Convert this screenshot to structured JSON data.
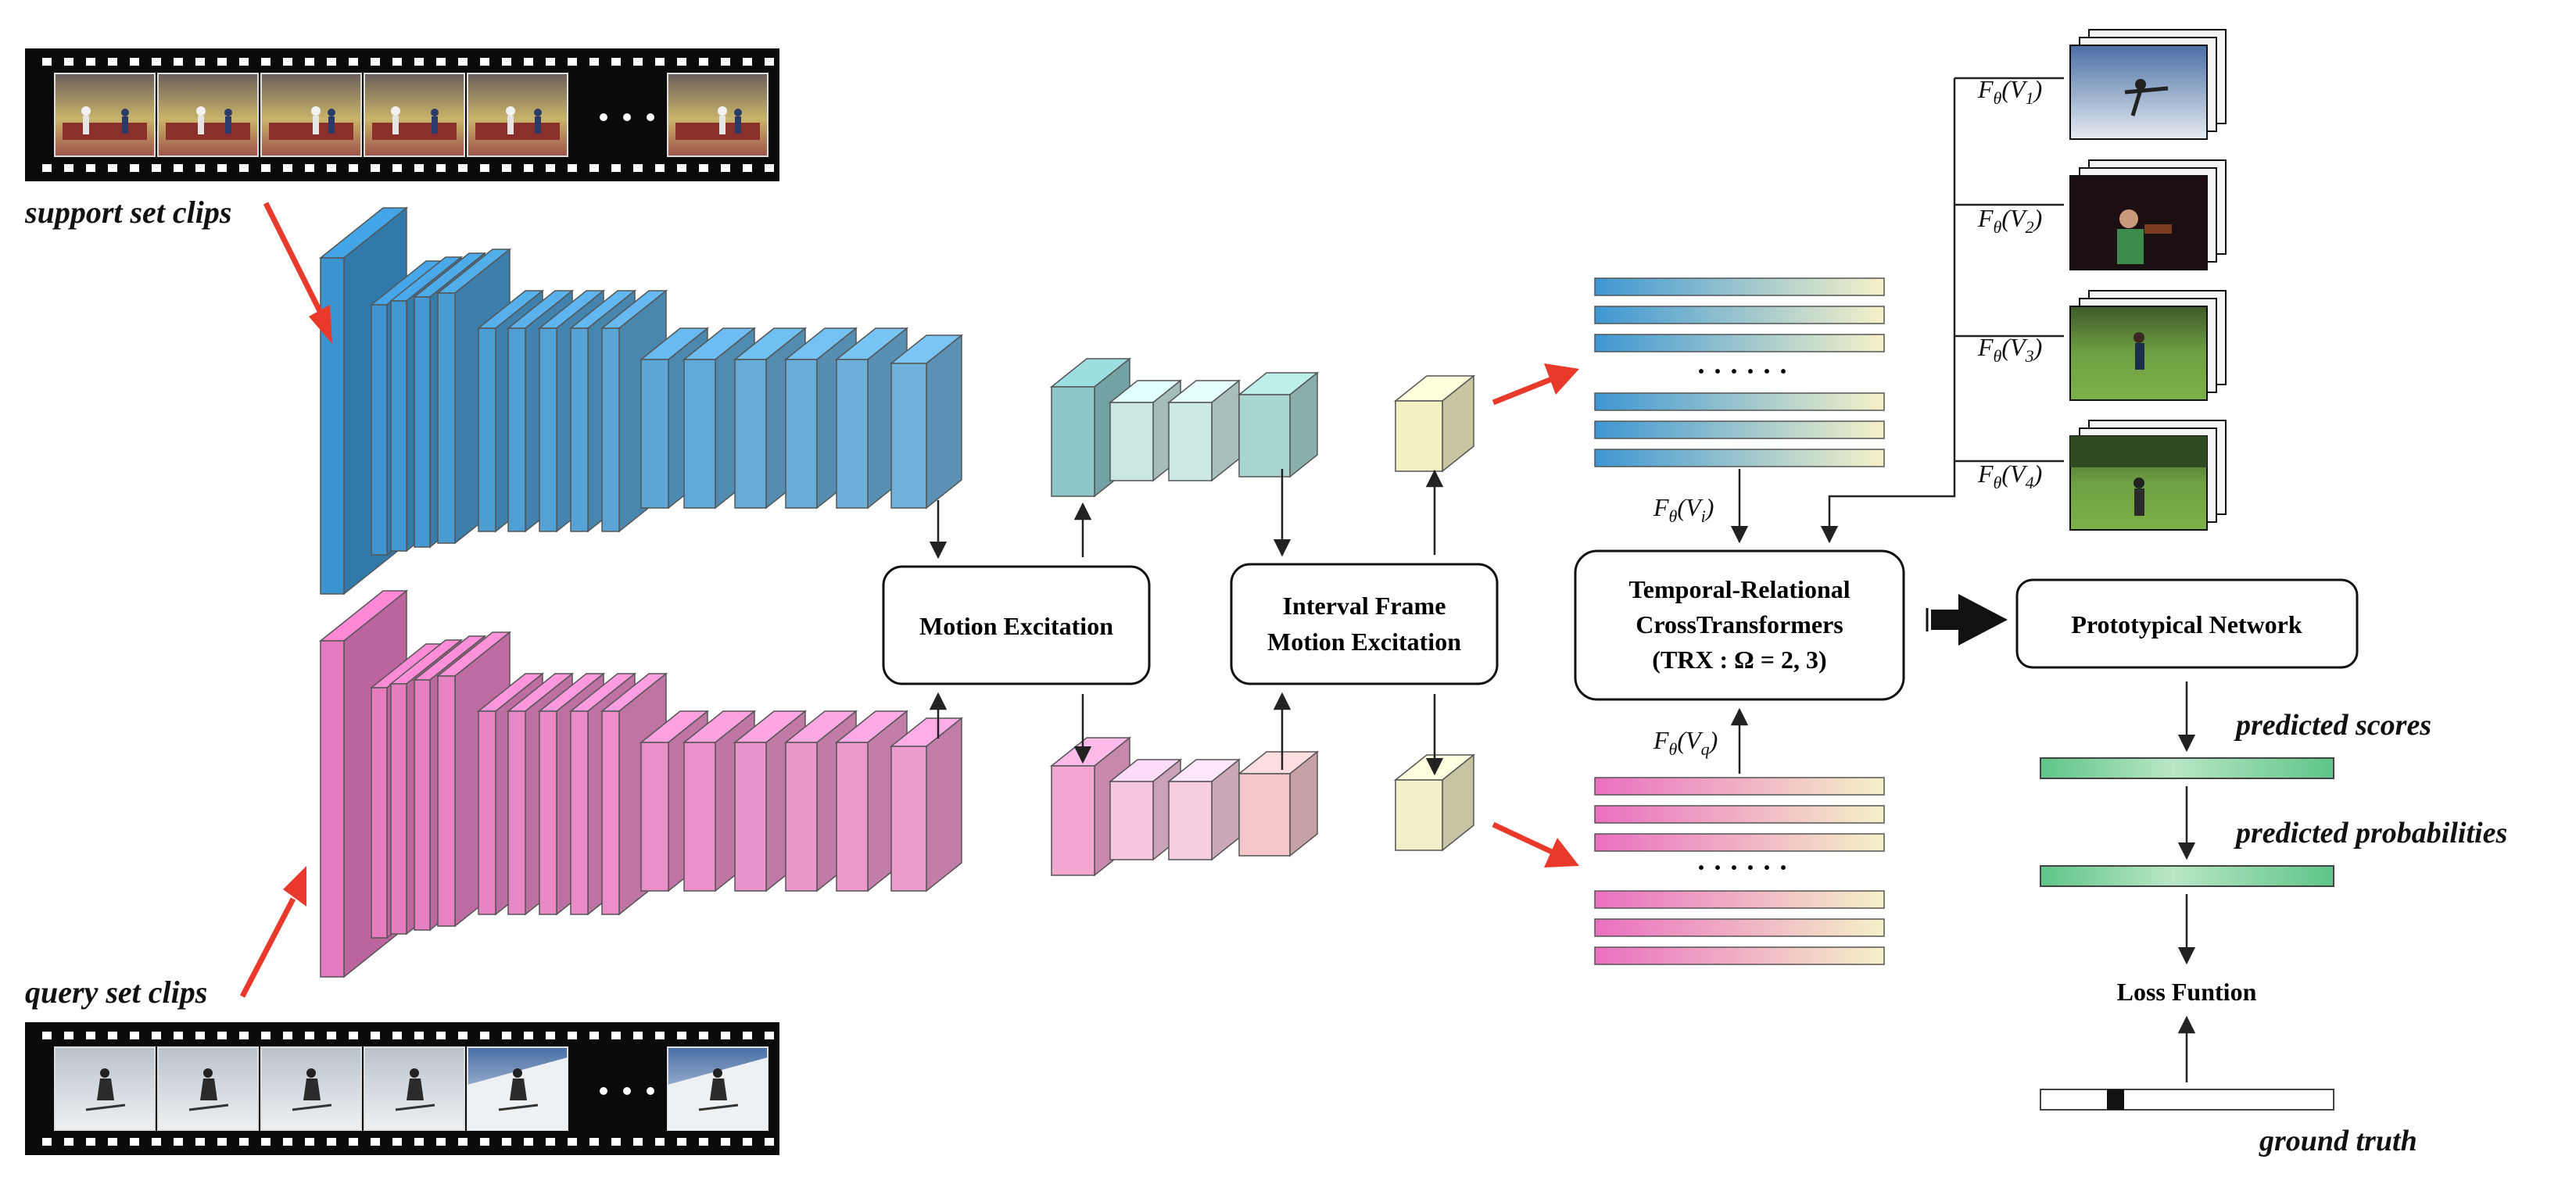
{
  "labels": {
    "support_set": "support set clips",
    "query_set": "query set clips",
    "motion_excitation": "Motion Excitation",
    "interval_line1": "Interval Frame",
    "interval_line2": "Motion Excitation",
    "trx_line1": "Temporal-Relational",
    "trx_line2": "CrossTransformers",
    "trx_line3": "(TRX : Ω = 2, 3)",
    "prototypical": "Prototypical  Network",
    "predicted_scores": "predicted scores",
    "predicted_probabilities": "predicted probabilities",
    "loss_function": "Loss Funtion",
    "ground_truth": "ground truth",
    "ellipsis_film": "· · ·",
    "ellipsis_bars": "· · · · · ·"
  },
  "features": {
    "F_prefix": "F",
    "theta": "θ",
    "support_sub": "i",
    "query_sub": "q",
    "V": "V",
    "class_subs": [
      "1",
      "2",
      "3",
      "4"
    ]
  },
  "colors": {
    "support": "#3d97d3",
    "query": "#e879c0",
    "arrow_red": "#e8392b",
    "teal": "#8cc6c8",
    "cream": "#f3f1c4",
    "green": "#4cc07a"
  }
}
